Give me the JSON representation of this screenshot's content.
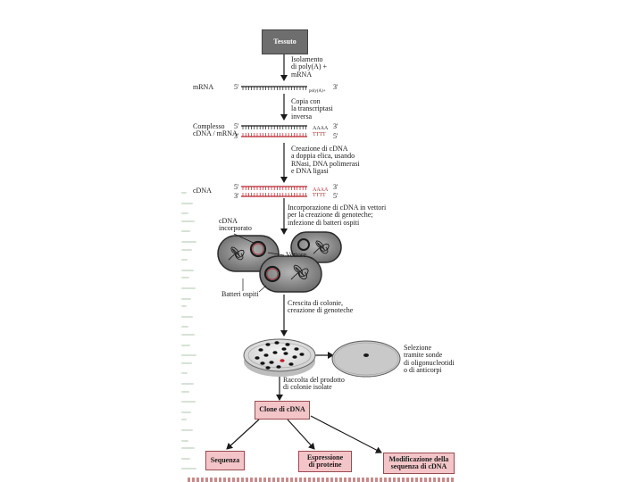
{
  "boxes": {
    "tessuto": "Tessuto",
    "clone": "Clone di cDNA",
    "sequenza": "Sequenza",
    "espressione": "Espressione\ndi proteine",
    "modificazione": "Modificazione della\nsequenza di cDNA"
  },
  "steps": {
    "isolamento": "Isolamento\ndi poly(A) +\nmRNA",
    "copia": "Copia con\nla transcriptasi\ninversa",
    "creazione": "Creazione di cDNA\na doppia elica, usando\nRNasi, DNA polimerasi\ne DNA ligasi",
    "incorporazione": "Incorporazione di cDNA in vettori\nper la creazione di genoteche;\ninfezione di batteri ospiti",
    "crescita": "Crescita di colonie,\ncreazione di genoteche",
    "raccolta": "Raccolta del prodotto\ndi colonie isolate",
    "selezione": "Selezione\ntramite sonde\ndi oligonucleotidi\no di anticorpi"
  },
  "molecules": {
    "mrna": "mRNA",
    "complesso": "Complesso\ncDNA / mRNA",
    "cdna": "cDNA",
    "five_prime": "5'",
    "three_prime": "3'",
    "polya": "poly(A)+",
    "aaaa": "AAAA",
    "tttt": "TTTT"
  },
  "cells": {
    "cdna_incorporato": "cDNA\nincorporato",
    "vettore": "Vettore",
    "batteri_ospiti": "Batteri ospiti"
  },
  "colors": {
    "red_strand": "#b8202a",
    "black_strand": "#1a1a1a",
    "box_pink": "#f3c5c8",
    "box_grey": "#6e6e6e"
  }
}
